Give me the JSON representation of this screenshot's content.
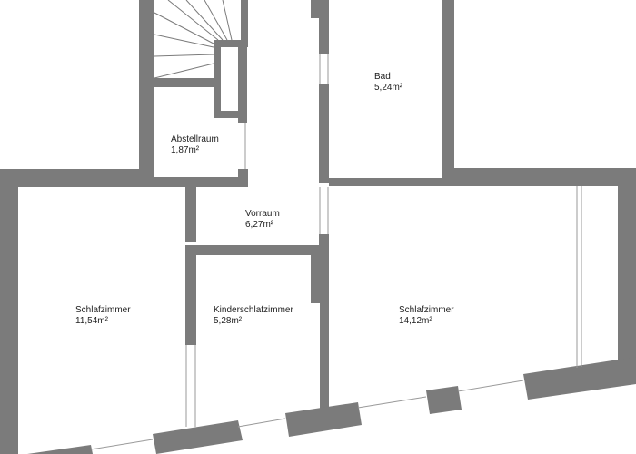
{
  "colors": {
    "wall": "#7b7b7b",
    "background": "#ffffff",
    "text": "#222222",
    "window": "#9a9a9a"
  },
  "rooms": {
    "bad": {
      "name": "Bad",
      "area": "5,24m²"
    },
    "abstell": {
      "name": "Abstellraum",
      "area": "1,87m²"
    },
    "vorraum": {
      "name": "Vorraum",
      "area": "6,27m²"
    },
    "schlaf1": {
      "name": "Schlafzimmer",
      "area": "11,54m²"
    },
    "kinder": {
      "name": "Kinderschlafzimmer",
      "area": "5,28m²"
    },
    "schlaf2": {
      "name": "Schlafzimmer",
      "area": "14,12m²"
    }
  }
}
